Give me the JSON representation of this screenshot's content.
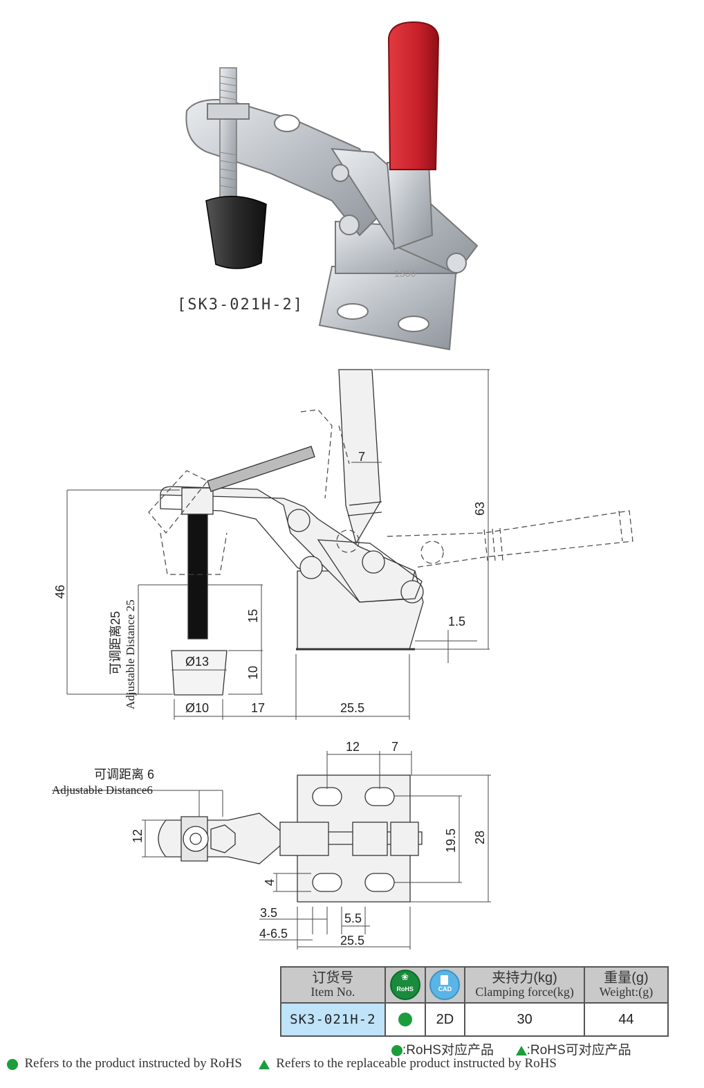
{
  "product_photo": {
    "caption": "[SK3-021H-2]"
  },
  "side_view": {
    "dim_63": "63",
    "dim_7": "7",
    "dim_46": "46",
    "adjustable_cn": "可调距离25",
    "adjustable_en": "Adjustable Distance 25",
    "dim_15": "15",
    "dim_10": "10",
    "dim_dia13": "Ø13",
    "dim_dia10": "Ø10",
    "dim_17": "17",
    "dim_25_5": "25.5",
    "dim_1_5": "1.5"
  },
  "top_view": {
    "adjustable_cn": "可调距离 6",
    "adjustable_en": "Adjustable Distance6",
    "dim_12_top": "12",
    "dim_7_top": "7",
    "dim_12_left": "12",
    "dim_19_5": "19.5",
    "dim_28": "28",
    "dim_4": "4",
    "dim_3_5": "3.5",
    "dim_5_5": "5.5",
    "dim_4_6_5": "4-6.5",
    "dim_25_5": "25.5"
  },
  "table": {
    "headers": {
      "item_cn": "订货号",
      "item_en": "Item No.",
      "rohs_badge": "RoHS",
      "cad_badge": "CAD",
      "force_cn": "夹持力(kg)",
      "force_en": "Clamping force(kg)",
      "weight_cn": "重量(g)",
      "weight_en": "Weight:(g)"
    },
    "row": {
      "item": "SK3-021H-2",
      "cad": "2D",
      "force": "30",
      "weight": "44"
    }
  },
  "legend": {
    "rohs_cn": ":RoHS对应产品",
    "replaceable_cn": ":RoHS可对应产品",
    "rohs_en": "Refers to the product instructed by RoHS",
    "replaceable_en": "Refers to the replaceable product instructed by RoHS"
  },
  "colors": {
    "handle_red": "#c8202a",
    "metal": "#c9cdd2",
    "rubber": "#2a2a2a",
    "header_gray": "#c9c9c9",
    "item_blue": "#bfe3f8",
    "rohs_green": "#1a9e3c"
  }
}
